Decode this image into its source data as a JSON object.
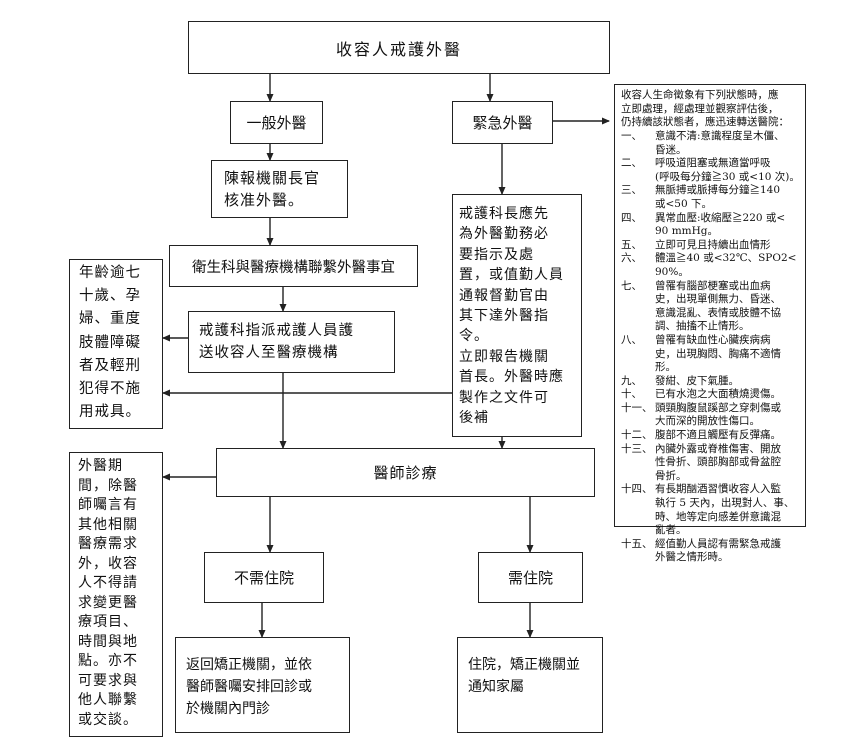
{
  "title": "收容人戒護外醫",
  "general": {
    "label": "一般外醫"
  },
  "emergency": {
    "label": "緊急外醫"
  },
  "report": {
    "text": "陳報機關長官\n核准外醫。"
  },
  "health": {
    "text": "衛生科與醫療機構聯繫外醫事宜"
  },
  "guard": {
    "text": "戒護科指派戒護人員護\n送收容人至醫療機構"
  },
  "emerg_action": {
    "text": "戒護科長應先\n為外醫勤務必\n要指示及處\n置，或值勤人員\n通報督勤官由\n其下達外醫指\n令。\n立即報告機關\n首長。外醫時應\n製作之文件可\n後補"
  },
  "note_age": {
    "text": "年齡逾七\n十歲、孕\n婦、重度\n肢體障礙\n者及輕刑\n犯得不施\n用戒具。"
  },
  "doctor": {
    "label": "醫師診療"
  },
  "no_hosp": {
    "label": "不需住院"
  },
  "need_hosp": {
    "label": "需住院"
  },
  "return": {
    "text": "返回矯正機關，並依\n醫師醫囑安排回診或\n於機關內門診"
  },
  "hospitalize": {
    "text": "住院，矯正機關並\n通知家屬"
  },
  "note_period": {
    "text": "外醫期\n間，除醫\n師囑言有\n其他相關\n醫療需求\n外，收容\n人不得請\n求變更醫\n療項目、\n時間與地\n點。亦不\n可要求與\n他人聯繫\n或交談。"
  },
  "conditions": {
    "intro": "收容人生命徵象有下列狀態時，應\n立即處理，經處理並觀察評估後，\n仍持續該狀態者，應迅速轉送醫院：",
    "items": [
      {
        "num": "一、",
        "text": "意識不清:意識程度呈木僵、\n昏迷。"
      },
      {
        "num": "二、",
        "text": "呼吸道阻塞或無適當呼吸\n(呼吸每分鐘≧30 或<10 次)。"
      },
      {
        "num": "三、",
        "text": "無脈搏或脈搏每分鐘≧140\n或<50 下。"
      },
      {
        "num": "四、",
        "text": "異常血壓:收縮壓≧220 或<\n90 mmHg。"
      },
      {
        "num": "五、",
        "text": "立即可見且持續出血情形"
      },
      {
        "num": "六、",
        "text": "體溫≧40 或<32℃、SPO2<\n90%。"
      },
      {
        "num": "七、",
        "text": "曾罹有腦部梗塞或出血病\n史，出現單側無力、昏迷、\n意識混亂、表情或肢體不協\n調、抽搐不止情形。"
      },
      {
        "num": "八、",
        "text": "曾罹有缺血性心臟疾病病\n史，出現胸悶、胸痛不適情\n形。"
      },
      {
        "num": "九、",
        "text": "發紺、皮下氣腫。"
      },
      {
        "num": "十、",
        "text": "已有水泡之大面積燒燙傷。"
      },
      {
        "num": "十一、",
        "text": "頭頸胸腹鼠蹊部之穿刺傷或\n大而深的開放性傷口。"
      },
      {
        "num": "十二、",
        "text": "腹部不適且觸壓有反彈痛。"
      },
      {
        "num": "十三、",
        "text": "內臟外露或脊椎傷害、開放\n性骨折、頭部胸部或骨盆腔\n骨折。"
      },
      {
        "num": "十四、",
        "text": "有長期酗酒習慣收容人入監\n執行 5 天內，出現對人、事、\n時、地等定向感差併意識混\n亂者。"
      },
      {
        "num": "十五、",
        "text": "經值勤人員認有需緊急戒護\n外醫之情形時。"
      }
    ]
  }
}
